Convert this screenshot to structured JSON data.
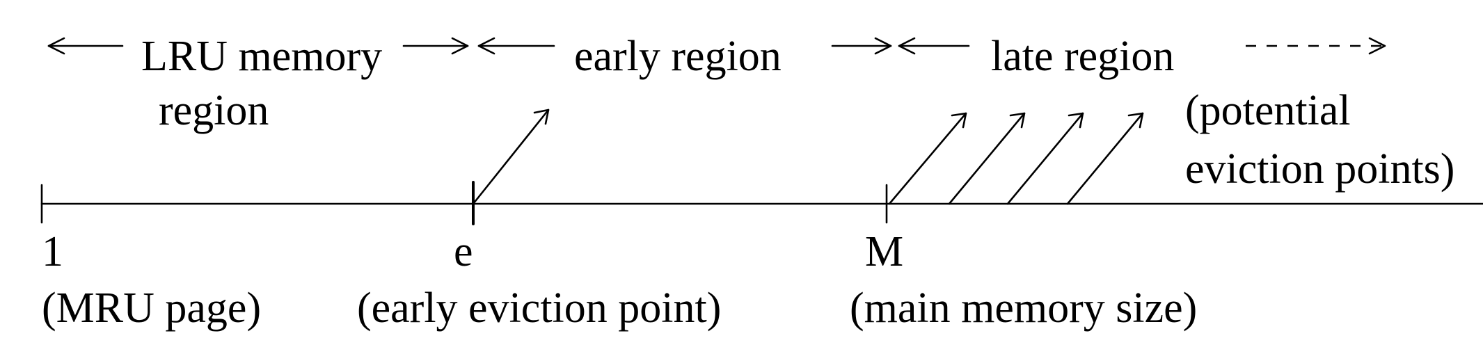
{
  "diagram": {
    "regions": {
      "lru_line1": "LRU memory",
      "lru_line2": "region",
      "early": "early region",
      "late": "late region"
    },
    "potential": {
      "line1": "(potential",
      "line2": "eviction points)"
    },
    "markers": [
      {
        "symbol": "1",
        "caption": "(MRU page)"
      },
      {
        "symbol": "e",
        "caption": "(early eviction point)"
      },
      {
        "symbol": "M",
        "caption": "(main memory size)"
      }
    ],
    "colors": {
      "ink": "#000000",
      "background": "#ffffff"
    }
  }
}
